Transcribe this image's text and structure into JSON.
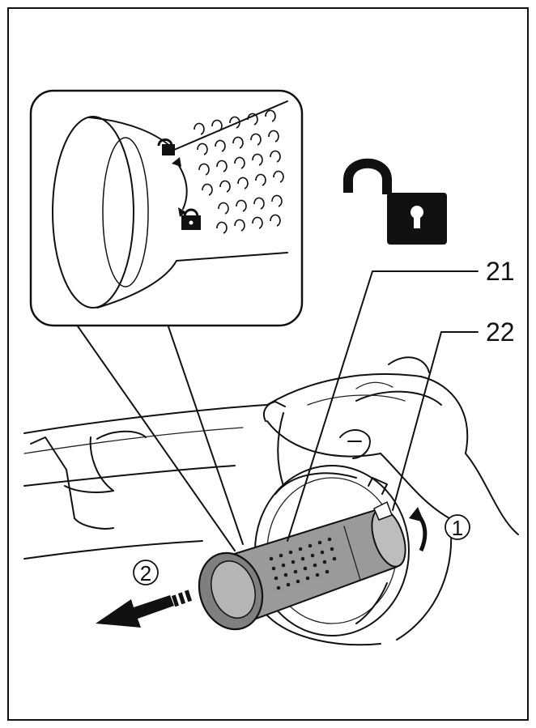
{
  "callouts": [
    {
      "id": "21",
      "label": "21"
    },
    {
      "id": "22",
      "label": "22"
    }
  ],
  "steps": [
    {
      "id": "1",
      "label": "1"
    },
    {
      "id": "2",
      "label": "2"
    }
  ],
  "icons": {
    "unlock": "padlock-open-icon",
    "lock_small": "padlock-closed-icon",
    "unlock_small": "padlock-open-small-icon",
    "rotate": "rotation-arrow-icon",
    "pull": "pull-out-arrow-icon"
  },
  "colors": {
    "line": "#111111",
    "fill_dark": "#1a1a1a",
    "fill_grey": "#9a9a9a",
    "background": "#ffffff"
  }
}
